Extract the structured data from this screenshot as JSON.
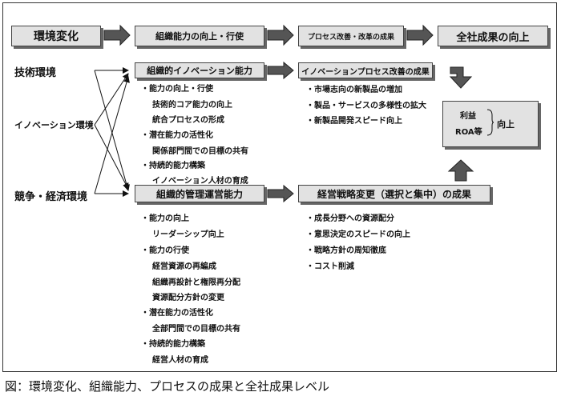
{
  "header": {
    "env_change": "環境変化",
    "org_capability": "組織能力の向上・行使",
    "process_result": "プロセス改善・改革の成果",
    "company_result": "全社成果の向上"
  },
  "environments": [
    "技術環境",
    "イノベーション環境",
    "競争・経済環境"
  ],
  "innovation": {
    "title": "組織的イノベーション能力",
    "items": [
      "・能力の向上・行使",
      "技術的コア能力の向上",
      "統合プロセスの形成",
      "・潜在能力の活性化",
      "関係部門間での目標の共有",
      "・持続的能力構築",
      "イノベーション人材の育成"
    ]
  },
  "innovation_result": {
    "title": "イノベーションプロセス改善の成果",
    "items": [
      "・市場志向の新製品の増加",
      "・製品・サービスの多様性の拡大",
      "・新製品開発スピード向上"
    ]
  },
  "management": {
    "title": "組織的管理運営能力",
    "items": [
      "・能力の向上",
      "リーダーシップ向上",
      "・能力の行使",
      "経営資源の再編成",
      "組織再設計と権限再分配",
      "資源配分方針の変更",
      "・潜在能力の活性化",
      "全部門間での目標の共有",
      "・持続的能力構築",
      "経営人材の育成"
    ]
  },
  "strategy_result": {
    "title": "経営戦略変更（選択と集中）の成果",
    "items": [
      "・成長分野への資源配分",
      "・意思決定のスピードの向上",
      "・戦略方針の周知徹底",
      "・コスト削減"
    ]
  },
  "final_result": {
    "profit": "利益",
    "roa": "ROA等",
    "improve": "向上"
  },
  "caption": "図：環境変化、組織能力、プロセスの成果と全社成果レベル"
}
